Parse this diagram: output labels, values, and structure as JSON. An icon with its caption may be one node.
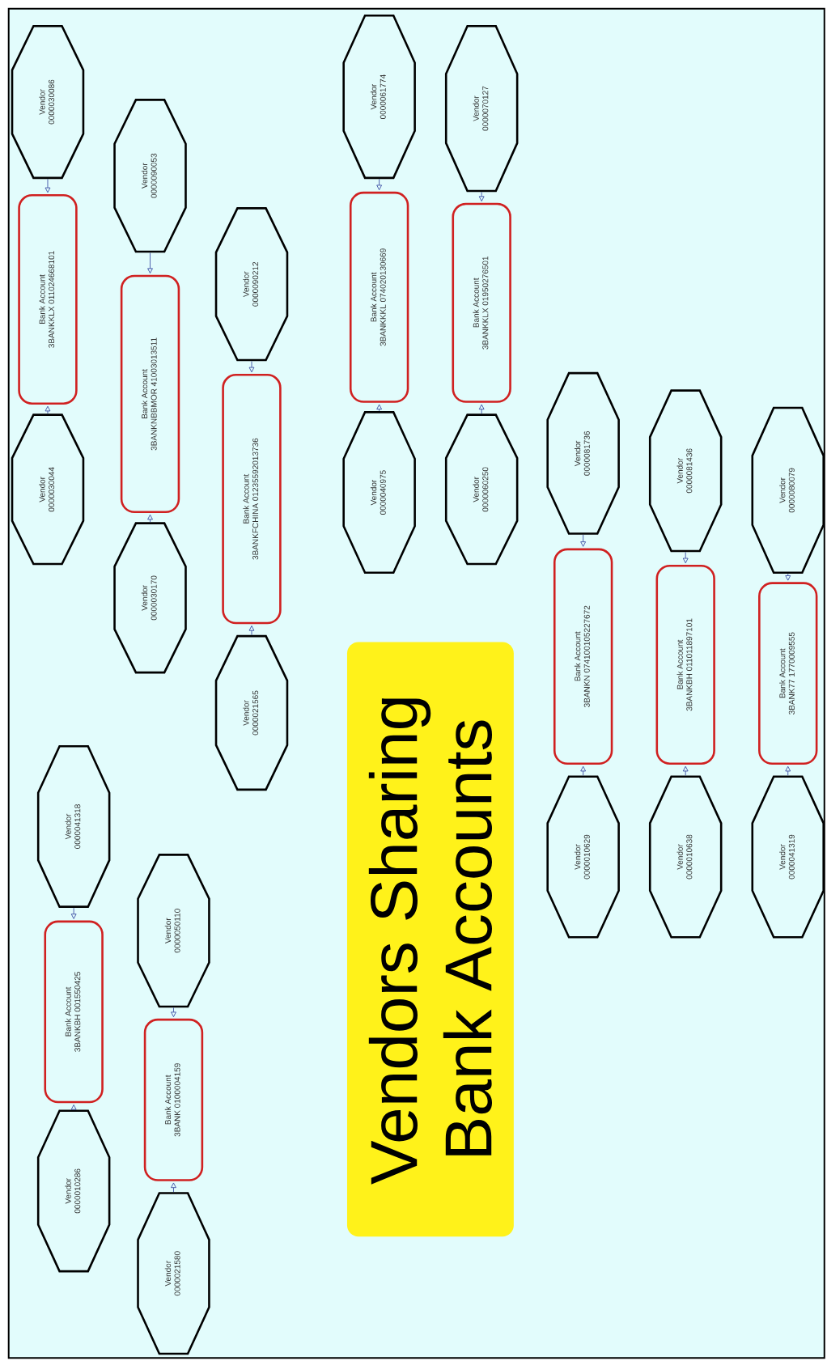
{
  "diagram": {
    "title": "Vendors Sharing Bank Accounts",
    "nodes": [
      {
        "text": [
          "Vendor",
          "0000030086"
        ]
      },
      {
        "text": [
          "Bank Account",
          "3BANKKLX 011024668101"
        ]
      },
      {
        "text": [
          "Vendor",
          "0000030044"
        ]
      },
      {
        "text": [
          "Vendor",
          "0000090053"
        ]
      },
      {
        "text": [
          "Bank Account",
          "3BANKNBBMOR 41003013511"
        ]
      },
      {
        "text": [
          "Vendor",
          "0000030170"
        ]
      },
      {
        "text": [
          "Vendor",
          "0000090212"
        ]
      },
      {
        "text": [
          "Bank Account",
          "3BANKFCHINA 01235592013736"
        ]
      },
      {
        "text": [
          "Vendor",
          "0000021565"
        ]
      },
      {
        "text": [
          "Vendor",
          "0000061774"
        ]
      },
      {
        "text": [
          "Bank Account",
          "3BANKKKL 074020130669"
        ]
      },
      {
        "text": [
          "Vendor",
          "0000040975"
        ]
      },
      {
        "text": [
          "Vendor",
          "0000070127"
        ]
      },
      {
        "text": [
          "Bank Account",
          "3BANKKLX 01950276501"
        ]
      },
      {
        "text": [
          "Vendor",
          "0000060250"
        ]
      },
      {
        "text": [
          "Vendor",
          "0000041318"
        ]
      },
      {
        "text": [
          "Bank Account",
          "3BANKBH 001550425"
        ]
      },
      {
        "text": [
          "Vendor",
          "0000010286"
        ]
      },
      {
        "text": [
          "Vendor",
          "0000050110"
        ]
      },
      {
        "text": [
          "Bank Account",
          "3BANK 0100004159"
        ]
      },
      {
        "text": [
          "Vendor",
          "0000021580"
        ]
      },
      {
        "text": [
          "Vendor",
          "0000081736"
        ]
      },
      {
        "text": [
          "Bank Account",
          "3BANKN 074100105227672"
        ]
      },
      {
        "text": [
          "Vendor",
          "0000010629"
        ]
      },
      {
        "text": [
          "Vendor",
          "0000081436"
        ]
      },
      {
        "text": [
          "Bank Account",
          "3BANKBH 011011897101"
        ]
      },
      {
        "text": [
          "Vendor",
          "0000010638"
        ]
      },
      {
        "text": [
          "Vendor",
          "0000080079"
        ]
      },
      {
        "text": [
          "Bank Account",
          "3BANK77 1770009555"
        ]
      },
      {
        "text": [
          "Vendor",
          "0000041319"
        ]
      }
    ],
    "edges": [
      {
        "from": 0,
        "to": 1,
        "arrow": "to"
      },
      {
        "from": 2,
        "to": 1,
        "arrow": "to"
      },
      {
        "from": 3,
        "to": 4,
        "arrow": "to"
      },
      {
        "from": 5,
        "to": 4,
        "arrow": "to"
      },
      {
        "from": 6,
        "to": 7,
        "arrow": "to"
      },
      {
        "from": 8,
        "to": 7,
        "arrow": "to"
      },
      {
        "from": 9,
        "to": 10,
        "arrow": "to"
      },
      {
        "from": 11,
        "to": 10,
        "arrow": "to"
      },
      {
        "from": 12,
        "to": 13,
        "arrow": "to"
      },
      {
        "from": 14,
        "to": 13,
        "arrow": "to"
      },
      {
        "from": 15,
        "to": 16,
        "arrow": "to"
      },
      {
        "from": 17,
        "to": 16,
        "arrow": "to"
      },
      {
        "from": 18,
        "to": 19,
        "arrow": "to"
      },
      {
        "from": 20,
        "to": 19,
        "arrow": "to"
      },
      {
        "from": 21,
        "to": 22,
        "arrow": "to"
      },
      {
        "from": 23,
        "to": 22,
        "arrow": "to"
      },
      {
        "from": 24,
        "to": 25,
        "arrow": "to"
      },
      {
        "from": 26,
        "to": 25,
        "arrow": "to"
      },
      {
        "from": 27,
        "to": 28,
        "arrow": "to"
      },
      {
        "from": 29,
        "to": 28,
        "arrow": "to"
      }
    ]
  }
}
